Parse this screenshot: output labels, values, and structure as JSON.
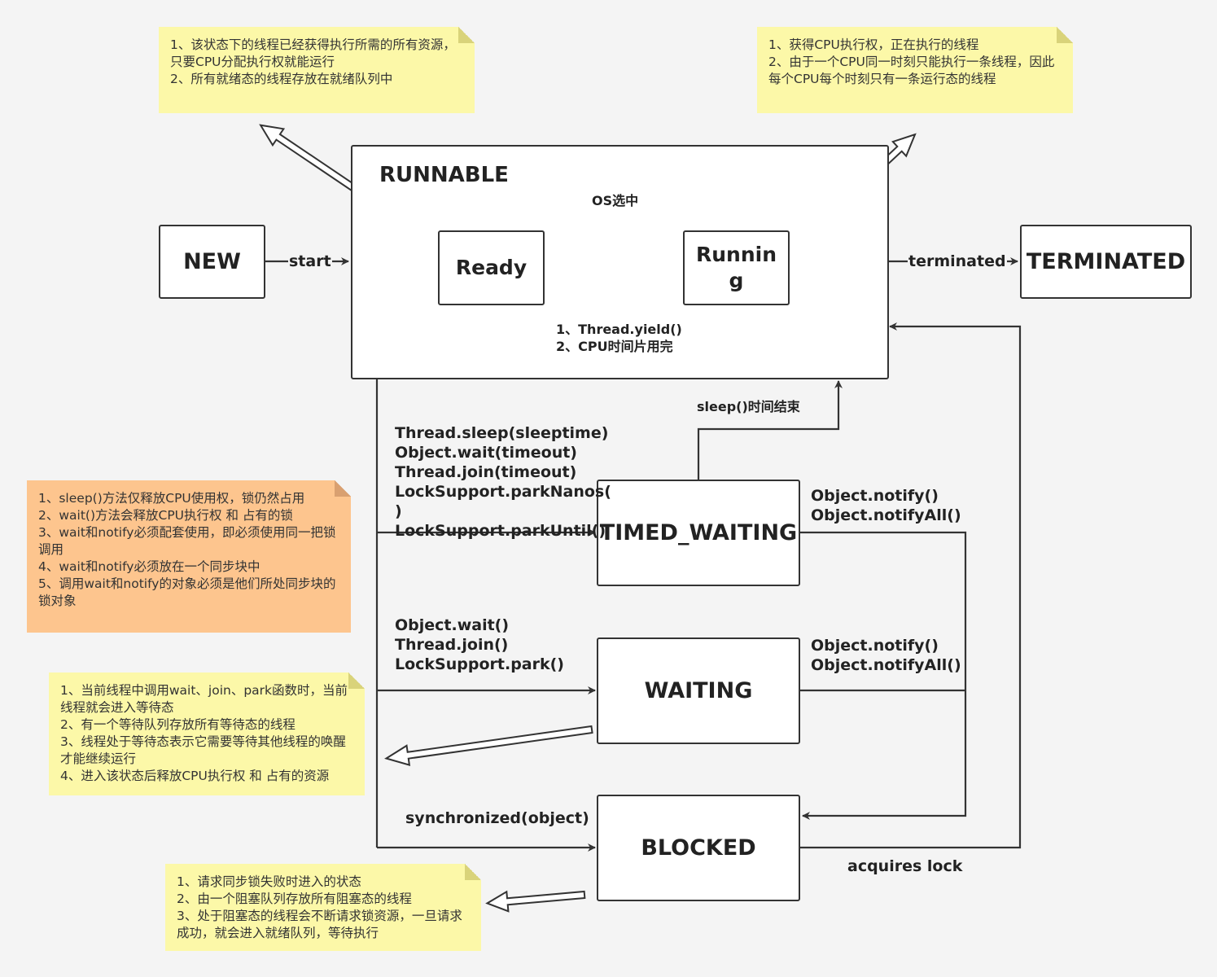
{
  "states": {
    "new": "NEW",
    "runnable": "RUNNABLE",
    "ready": "Ready",
    "running": "Running",
    "terminated": "TERMINATED",
    "timed_waiting": "TIMED_WAITING",
    "waiting": "WAITING",
    "blocked": "BLOCKED"
  },
  "transitions": {
    "start": "start",
    "os_select": "OS选中",
    "yield_lines": [
      "1、Thread.yield()",
      "2、CPU时间片用完"
    ],
    "terminated": "terminated",
    "sleep_end": "sleep()时间结束",
    "timed_methods": [
      "Thread.sleep(sleeptime)",
      "Object.wait(timeout)",
      "Thread.join(timeout)",
      "LockSupport.parkNanos(",
      ")",
      "LockSupport.parkUntil()"
    ],
    "timed_notify": [
      "Object.notify()",
      "Object.notifyAll()"
    ],
    "wait_methods": [
      "Object.wait()",
      "Thread.join()",
      "LockSupport.park()"
    ],
    "wait_notify": [
      "Object.notify()",
      "Object.notifyAll()"
    ],
    "synchronized": "synchronized(object)",
    "acquires_lock": "acquires lock"
  },
  "notes": {
    "ready_note": [
      "1、该状态下的线程已经获得执行所需的所有资源，只要CPU分配执行权就能运行",
      "",
      "2、所有就绪态的线程存放在就绪队列中"
    ],
    "running_note": [
      "1、获得CPU执行权，正在执行的线程",
      "",
      "2、由于一个CPU同一时刻只能执行一条线程，因此每个CPU每个时刻只有一条运行态的线程"
    ],
    "sleep_wait_note": [
      "1、sleep()方法仅释放CPU使用权，锁仍然占用",
      "2、wait()方法会释放CPU执行权 和 占有的锁",
      "",
      "3、wait和notify必须配套使用，即必须使用同一把锁调用",
      "4、wait和notify必须放在一个同步块中",
      "5、调用wait和notify的对象必须是他们所处同步块的锁对象"
    ],
    "waiting_note": [
      "1、当前线程中调用wait、join、park函数时，当前线程就会进入等待态",
      "2、有一个等待队列存放所有等待态的线程",
      "3、线程处于等待态表示它需要等待其他线程的唤醒才能继续运行",
      "4、进入该状态后释放CPU执行权 和 占有的资源"
    ],
    "blocked_note": [
      "1、请求同步锁失败时进入的状态",
      "2、由一个阻塞队列存放所有阻塞态的线程",
      "3、处于阻塞态的线程会不断请求锁资源，一旦请求成功，就会进入就绪队列，等待执行"
    ]
  },
  "colors": {
    "yellow_note": "#fcf8a8",
    "orange_note": "#fdc58e",
    "line": "#333333",
    "background": "#f4f4f4"
  }
}
